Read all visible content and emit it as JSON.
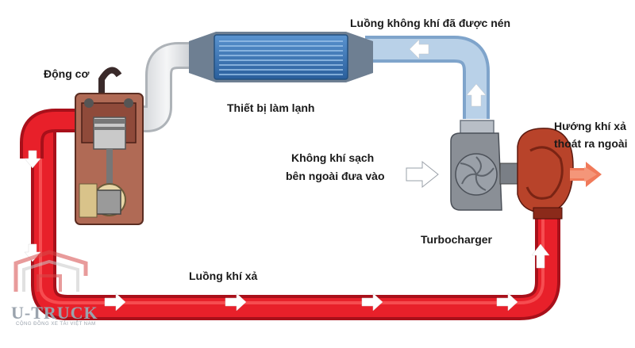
{
  "labels": {
    "compressed_air": "Luồng không khí đã được nén",
    "engine": "Động cơ",
    "intercooler": "Thiết bị làm lạnh",
    "exhaust_out_line1": "Hướng khí xả",
    "exhaust_out_line2": "thoát ra ngoài",
    "clean_air_line1": "Không khí sạch",
    "clean_air_line2": "bên ngoài đưa vào",
    "turbocharger": "Turbocharger",
    "exhaust_flow": "Luồng khí xả"
  },
  "logo": {
    "name": "U-TRUCK",
    "tagline": "CỘNG ĐỒNG XE TẢI VIỆT NAM"
  },
  "colors": {
    "exhaust_pipe": "#e8202a",
    "cool_air_pipe": "#a9c6e2",
    "intercooler": "#2d6fb0",
    "arrow_fill": "#ffffff",
    "exhaust_out_arrow": "#f07a5a"
  }
}
